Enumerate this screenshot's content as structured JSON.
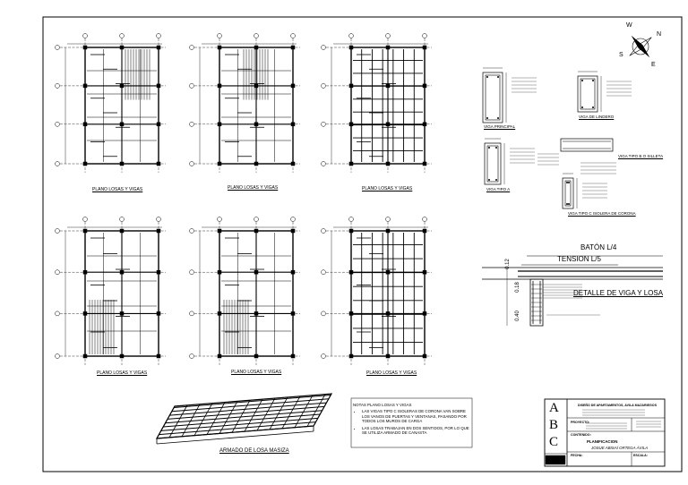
{
  "plan_labels": [
    "PLANO LOSAS Y VIGAS",
    "PLANO LOSAS Y VIGAS",
    "PLANO LOSAS Y VIGAS",
    "PLANO LOSAS Y VIGAS",
    "PLANO LOSAS Y VIGAS",
    "PLANO LOSAS Y VIGAS"
  ],
  "slab_label": "ARMADO DE LOSA MASIZA",
  "notes": {
    "title": "NOTAS PLANO LOSAS Y VIGAS",
    "items": [
      "LAS VIGAS TIPO C ISOLERAS DE CORONA VAN SOBRE LOS VANOS DE PUERTAS Y VENTANAS, PASANDO POR TODOS LOS MUROS DE CARGA",
      "LAS LOSAS TRABAJAN EN DOS SENTIDOS, POR LO QUE SE UTILIZA  ARMADO DE CANASTA"
    ]
  },
  "details": {
    "viga_principal": "VIGA PRINCIPAL",
    "viga_lindero": "VIGA DE LINDERO",
    "viga_tipo_a": "VIGA TIPO A",
    "viga_tipo_b": "VIGA TIPO B O SILLETA",
    "viga_tipo_c": "VIGA TIPO C ISOLERA DE CORONA",
    "baston": "BATÓN L/4",
    "tension": "TENSION L/5",
    "detalle": "DETALLE DE VIGA Y LOSA",
    "dim_012": "0.12",
    "dim_018": "0.18",
    "dim_040": "0.40"
  },
  "compass": {
    "n": "N",
    "e": "E",
    "s": "S",
    "w": "W"
  },
  "title_block": {
    "letters": [
      "A",
      "B",
      "C"
    ],
    "project": "DISEÑO DE APARTAMENTOS, AVILA MAZARIEGOS",
    "label_proyecto": "PROYECTO:",
    "label_contenido": "CONTENIDO:",
    "contenido": "PLANIFICACION",
    "label_fecha": "FECHA:",
    "label_escala": "ESCALA:",
    "name": "JOSUE ABISAÍ ORTEGA ÁVILA"
  },
  "colors": {
    "ink": "#000000",
    "paper": "#ffffff"
  }
}
